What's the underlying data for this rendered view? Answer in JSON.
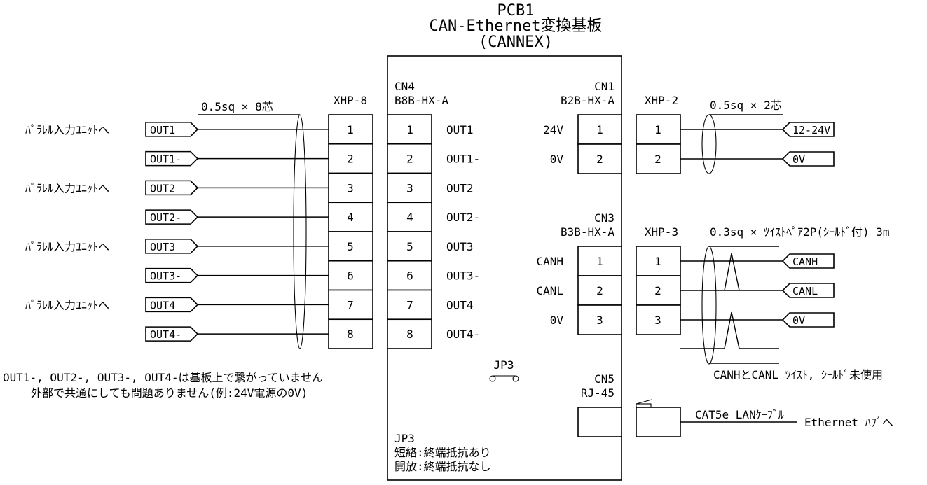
{
  "title": {
    "line1": "PCB1",
    "line2": "CAN-Ethernet変換基板",
    "line3": "(CANNEX)"
  },
  "colors": {
    "line": "#000000",
    "background": "#ffffff"
  },
  "left": {
    "cable_spec": "0.5sq × 8芯",
    "housing": "XHP-8",
    "unit_label": "ﾊﾟﾗﾚﾙ入力ﾕﾆｯﾄへ",
    "flags": [
      "OUT1",
      "OUT1-",
      "OUT2",
      "OUT2-",
      "OUT3",
      "OUT3-",
      "OUT4",
      "OUT4-"
    ],
    "unit_labels": [
      "ﾊﾟﾗﾚﾙ入力ﾕﾆｯﾄへ",
      "",
      "ﾊﾟﾗﾚﾙ入力ﾕﾆｯﾄへ",
      "",
      "ﾊﾟﾗﾚﾙ入力ﾕﾆｯﾄへ",
      "",
      "ﾊﾟﾗﾚﾙ入力ﾕﾆｯﾄへ",
      ""
    ],
    "pins": [
      "1",
      "2",
      "3",
      "4",
      "5",
      "6",
      "7",
      "8"
    ],
    "note_line1": "OUT1-, OUT2-, OUT3-, OUT4-は基板上で繋がっていません",
    "note_line2": "外部で共通にしても問題ありません(例:24V電源の0V)"
  },
  "cn4": {
    "name": "CN4",
    "part": "B8B-HX-A",
    "pins": [
      "1",
      "2",
      "3",
      "4",
      "5",
      "6",
      "7",
      "8"
    ],
    "signals": [
      "OUT1",
      "OUT1-",
      "OUT2",
      "OUT2-",
      "OUT3",
      "OUT3-",
      "OUT4",
      "OUT4-"
    ]
  },
  "cn1": {
    "name": "CN1",
    "part": "B2B-HX-A",
    "pins": [
      "1",
      "2"
    ],
    "signals": [
      "24V",
      "0V"
    ],
    "housing": "XHP-2",
    "housing_pins": [
      "1",
      "2"
    ],
    "cable_spec": "0.5sq × 2芯",
    "flags": [
      "12-24V",
      "0V"
    ]
  },
  "cn3": {
    "name": "CN3",
    "part": "B3B-HX-A",
    "pins": [
      "1",
      "2",
      "3"
    ],
    "signals": [
      "CANH",
      "CANL",
      "0V"
    ],
    "housing": "XHP-3",
    "housing_pins": [
      "1",
      "2",
      "3"
    ],
    "cable_spec": "0.3sq × ﾂｲｽﾄﾍﾟｱ2P(ｼｰﾙﾄﾞ付) 3m",
    "flags": [
      "CANH",
      "CANL",
      "0V"
    ],
    "note": "CANHとCANL ﾂｲｽﾄ, ｼｰﾙﾄﾞ未使用"
  },
  "jp3": {
    "name": "JP3",
    "legend_title": "JP3",
    "legend_short": "短絡:終端抵抗あり",
    "legend_open": "開放:終端抵抗なし"
  },
  "cn5": {
    "name": "CN5",
    "part": "RJ-45",
    "cable": "CAT5e LANｹｰﾌﾞﾙ",
    "destination": "Ethernet ﾊﾌﾞへ"
  }
}
